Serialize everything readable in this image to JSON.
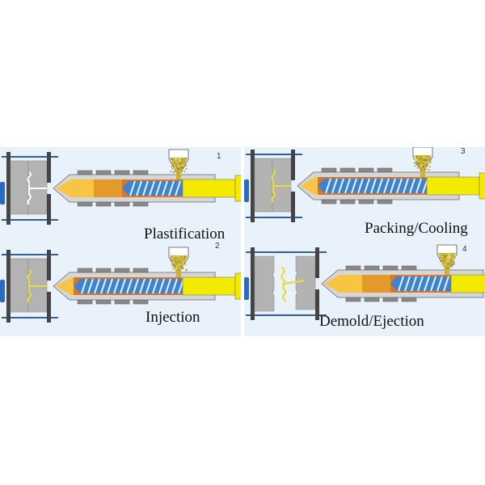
{
  "diagram": {
    "title": "Injection molding cycle",
    "colors": {
      "background": "#e9f2fb",
      "mold": "#b3b3b3",
      "platen": "#444444",
      "tie_bar": "#2f5f9e",
      "barrel": "#d6d6d6",
      "heater_band": "#8a8a8a",
      "melt_light": "#f7c444",
      "melt_dark": "#e49a2a",
      "screw": "#3d84cc",
      "ram": "#f4ea00",
      "hopper_pellets": "#c9b43a",
      "part": "#e8dc3a"
    },
    "panels": [
      {
        "step": "1",
        "label": "Plastification",
        "stage": "plastification"
      },
      {
        "step": "2",
        "label": "Injection",
        "stage": "injection"
      },
      {
        "step": "3",
        "label": "Packing/Cooling",
        "stage": "packing"
      },
      {
        "step": "4",
        "label": "Demold/Ejection",
        "stage": "ejection"
      }
    ]
  }
}
